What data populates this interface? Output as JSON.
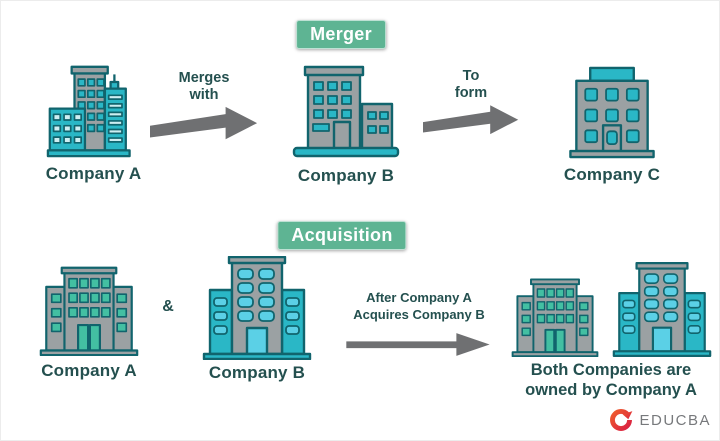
{
  "colors": {
    "badge-green": "#5eb493",
    "teal": "#2ab7c6",
    "outline": "#11646d",
    "building-gray": "#9ba1a3",
    "light-window": "#cdeef2",
    "green-window": "#43bfa2",
    "cyan-window": "#5bd0e6",
    "arrow-gray": "#6f7072",
    "text-dark": "#24504f",
    "logo-red": "#ef5b2d",
    "logo-crimson": "#d91f42",
    "logo-text-gray": "#77797c"
  },
  "merger": {
    "badge": "Merger",
    "company_a_label": "Company A",
    "arrow1_label": "Merges\nwith",
    "company_b_label": "Company B",
    "arrow2_label": "To\nform",
    "company_c_label": "Company C"
  },
  "acquisition": {
    "badge": "Acquisition",
    "company_a_label": "Company A",
    "ampersand": "&",
    "company_b_label": "Company B",
    "arrow_label": "After Company A\nAcquires Company B",
    "result_label": "Both Companies are\nowned by Company A"
  },
  "branding": {
    "logo_text": "EDUCBA"
  }
}
